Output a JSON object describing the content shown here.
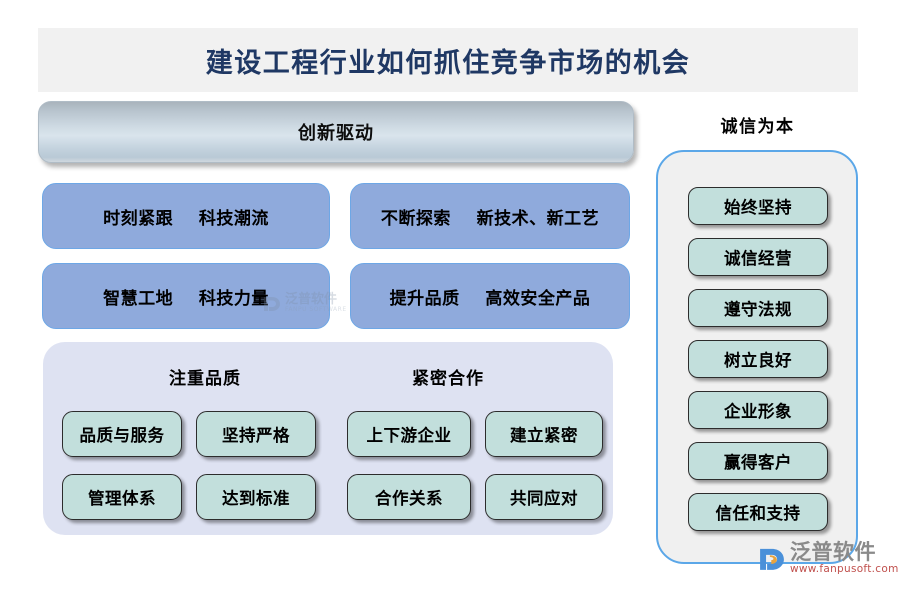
{
  "title": {
    "text": "建设工程行业如何抓住竞争市场的机会",
    "color": "#1f3864",
    "banner_bg": "#f1f1f1"
  },
  "innovation": {
    "header": "创新驱动",
    "boxes": [
      {
        "label": "时刻紧跟    科技潮流"
      },
      {
        "label": "不断探索    新技术、新工艺"
      },
      {
        "label": "智慧工地    科技力量"
      },
      {
        "label": "提升品质    高效安全产品"
      }
    ],
    "box_color": "#8faadc",
    "box_border": "#6da7e6"
  },
  "bottom_panel": {
    "bg_color": "#dee2f2",
    "groups": [
      {
        "title": "注重品质",
        "items": [
          "品质与服务",
          "坚持严格",
          "管理体系",
          "达到标准"
        ]
      },
      {
        "title": "紧密合作",
        "items": [
          "上下游企业",
          "建立紧密",
          "合作关系",
          "共同应对"
        ]
      }
    ]
  },
  "integrity": {
    "title": "诚信为本",
    "panel_bg": "#f0f0f0",
    "panel_border": "#5ba7e8",
    "item_color": "#c2dfdc",
    "items": [
      "始终坚持",
      "诚信经营",
      "遵守法规",
      "树立良好",
      "企业形象",
      "赢得客户",
      "信任和支持"
    ]
  },
  "watermark": {
    "cn": "泛普软件",
    "en": "FANPU SOFTWARE"
  },
  "logo": {
    "cn": "泛普软件",
    "url": "www.fanpusoft.com",
    "cn_color": "#8a8a8a",
    "url_color": "#c0504d"
  }
}
